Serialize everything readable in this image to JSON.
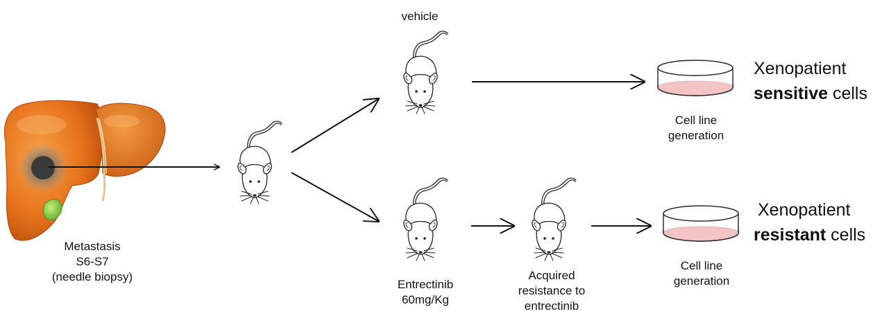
{
  "labels": {
    "metastasis": [
      "Metastasis",
      "S6-S7",
      "(needle biopsy)"
    ],
    "vehicle": "vehicle",
    "entrectinib": [
      "Entrectinib",
      "60mg/Kg"
    ],
    "acquired": [
      "Acquired",
      "resistance to",
      "entrectinib"
    ],
    "cell_line_top": [
      "Cell line",
      "generation"
    ],
    "cell_line_bottom": [
      "Cell line",
      "generation"
    ]
  },
  "results": {
    "sensitive": {
      "line1": "Xenopatient",
      "bold": "sensitive",
      "rest": " cells"
    },
    "resistant": {
      "line1": "Xenopatient",
      "bold": "resistant",
      "rest": " cells"
    }
  },
  "colors": {
    "liver": "#e8731c",
    "liver_dark": "#c85a10",
    "gallbladder": "#7cc242",
    "biopsy": "#4a4a4a",
    "dish_medium": "#f2c4c4",
    "line": "#111111"
  },
  "icons": [
    "liver-illustration",
    "mouse-icon",
    "petri-dish-icon",
    "arrow-icon"
  ]
}
